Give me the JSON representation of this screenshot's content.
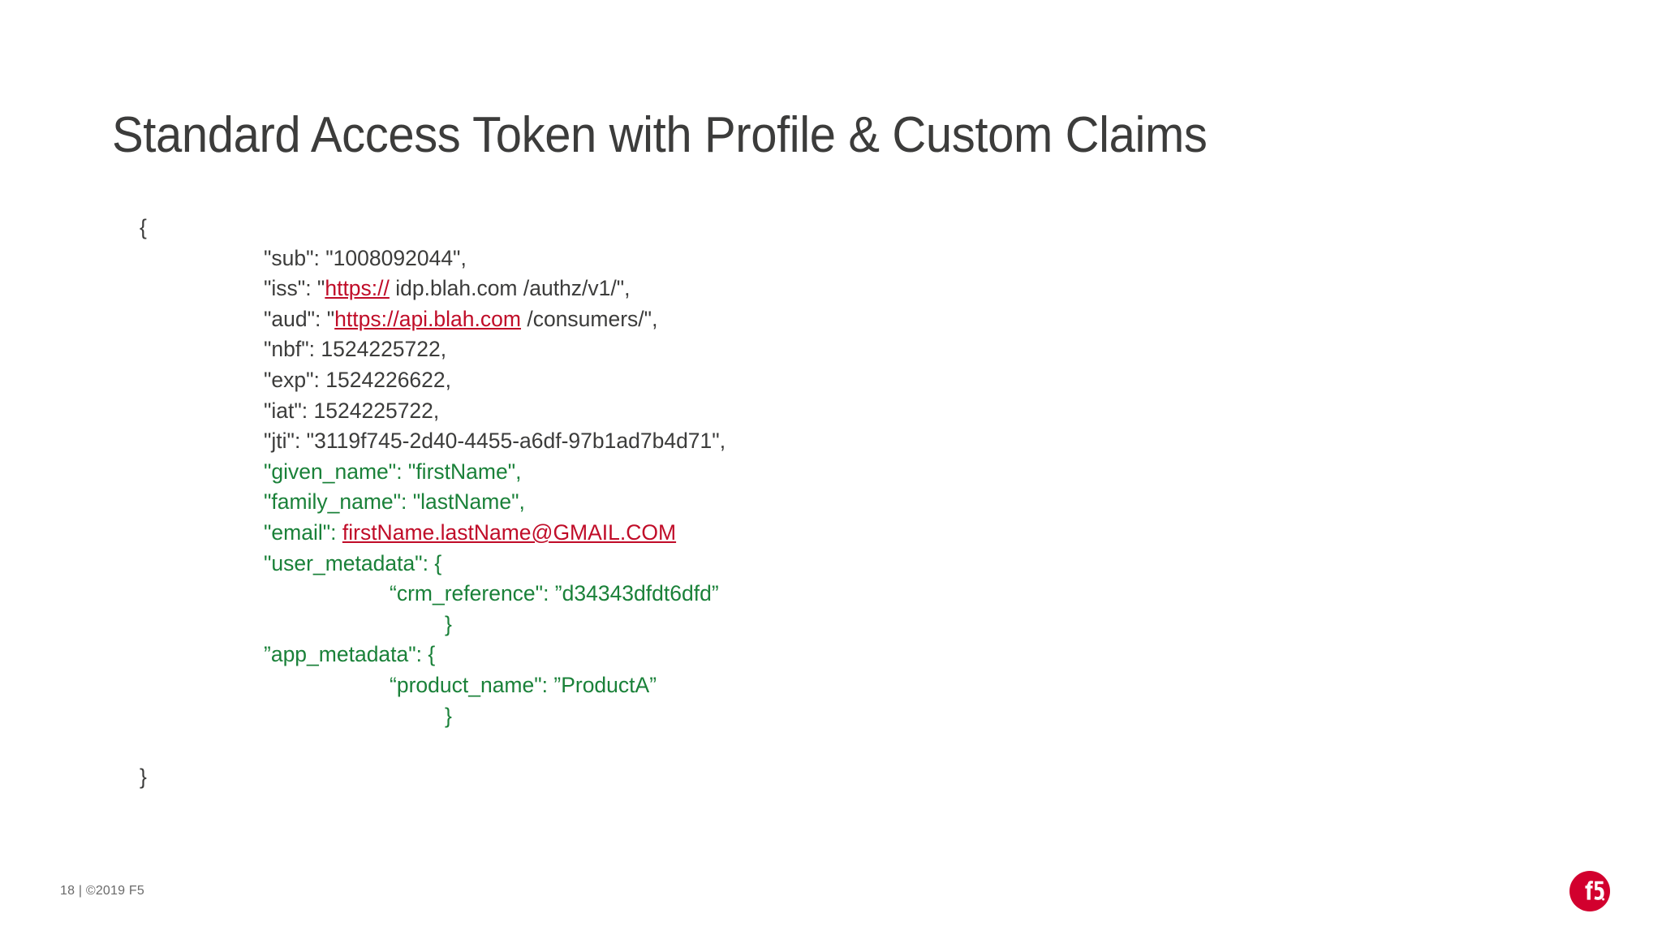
{
  "slide": {
    "title": "Standard Access Token with Profile & Custom Claims",
    "page_number": "18",
    "separator": "|",
    "copyright": "©2019 F5",
    "footer_text": "18 | ©2019 F5",
    "brand_logo_name": "f5-logo",
    "brand_logo_text": "f5",
    "background_color": "#ffffff"
  },
  "colors": {
    "title": "#3c3c3b",
    "body_text": "#3c3c3b",
    "claim_green": "#1a8139",
    "hyperlink_red": "#c00c28",
    "footer": "#6a6a6a",
    "logo_red": "#d2002e"
  },
  "code": {
    "language": "json",
    "open_brace": "{",
    "close_brace": "}",
    "lines": [
      {
        "indent": 0,
        "tokens": [
          {
            "text": "{",
            "style": "black"
          }
        ]
      },
      {
        "indent": 1,
        "tokens": [
          {
            "text": "\"sub\": \"1008092044\",",
            "style": "black"
          }
        ]
      },
      {
        "indent": 1,
        "tokens": [
          {
            "text": "\"iss\": \"",
            "style": "black"
          },
          {
            "text": "https://",
            "style": "link"
          },
          {
            "text": " idp.blah.com /authz/v1/\",",
            "style": "black"
          }
        ]
      },
      {
        "indent": 1,
        "tokens": [
          {
            "text": "\"aud\": \"",
            "style": "black"
          },
          {
            "text": "https://api.blah.com",
            "style": "link"
          },
          {
            "text": " /consumers/\",",
            "style": "black"
          }
        ]
      },
      {
        "indent": 1,
        "tokens": [
          {
            "text": "\"nbf\": 1524225722,",
            "style": "black"
          }
        ]
      },
      {
        "indent": 1,
        "tokens": [
          {
            "text": "\"exp\": 1524226622,",
            "style": "black"
          }
        ]
      },
      {
        "indent": 1,
        "tokens": [
          {
            "text": "\"iat\": 1524225722,",
            "style": "black"
          }
        ]
      },
      {
        "indent": 1,
        "tokens": [
          {
            "text": "\"jti\": \"3119f745-2d40-4455-a6df-97b1ad7b4d71\",",
            "style": "black"
          }
        ]
      },
      {
        "indent": 1,
        "tokens": [
          {
            "text": "\"given_name\": \"firstName\",",
            "style": "green"
          }
        ]
      },
      {
        "indent": 1,
        "tokens": [
          {
            "text": "\"family_name\": \"lastName\",",
            "style": "green"
          }
        ]
      },
      {
        "indent": 1,
        "tokens": [
          {
            "text": "\"email\": ",
            "style": "green"
          },
          {
            "text": "firstName.lastName@GMAIL.COM",
            "style": "link"
          }
        ]
      },
      {
        "indent": 1,
        "tokens": [
          {
            "text": "\"user_metadata\": {",
            "style": "green"
          }
        ]
      },
      {
        "indent": 2,
        "tokens": [
          {
            "text": "“crm_reference\": ”d34343dfdt6dfd”",
            "style": "green"
          }
        ]
      },
      {
        "indent": 3,
        "tokens": [
          {
            "text": "}",
            "style": "green"
          }
        ]
      },
      {
        "indent": 1,
        "tokens": [
          {
            "text": "”app_metadata\": {",
            "style": "green"
          }
        ]
      },
      {
        "indent": 2,
        "tokens": [
          {
            "text": "“product_name\": ”ProductA”",
            "style": "green"
          }
        ]
      },
      {
        "indent": 3,
        "tokens": [
          {
            "text": "}",
            "style": "green"
          }
        ]
      },
      {
        "indent": -1,
        "tokens": [
          {
            "text": "",
            "style": "black"
          }
        ]
      },
      {
        "indent": 0,
        "tokens": [
          {
            "text": "}",
            "style": "black"
          }
        ]
      }
    ],
    "claims": {
      "sub": "1008092044",
      "iss": "https:// idp.blah.com /authz/v1/",
      "aud": "https://api.blah.com /consumers/",
      "nbf": "1524225722",
      "exp": "1524226622",
      "iat": "1524225722",
      "jti": "3119f745-2d40-4455-a6df-97b1ad7b4d71",
      "given_name": "firstName",
      "family_name": "lastName",
      "email": "firstName.lastName@GMAIL.COM",
      "user_metadata": {
        "crm_reference": "d34343dfdt6dfd"
      },
      "app_metadata": {
        "product_name": "ProductA"
      }
    }
  }
}
